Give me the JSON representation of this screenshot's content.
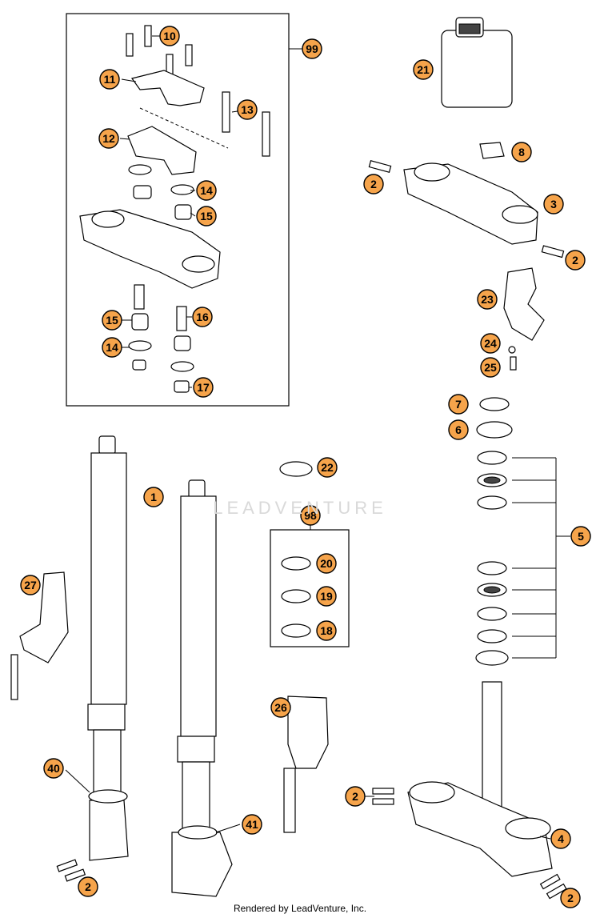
{
  "callouts": [
    {
      "id": "c1",
      "label": "1"
    },
    {
      "id": "c2a",
      "label": "2"
    },
    {
      "id": "c2b",
      "label": "2"
    },
    {
      "id": "c2c",
      "label": "2"
    },
    {
      "id": "c2d",
      "label": "2"
    },
    {
      "id": "c2e",
      "label": "2"
    },
    {
      "id": "c3",
      "label": "3"
    },
    {
      "id": "c4",
      "label": "4"
    },
    {
      "id": "c5",
      "label": "5"
    },
    {
      "id": "c6",
      "label": "6"
    },
    {
      "id": "c7",
      "label": "7"
    },
    {
      "id": "c8",
      "label": "8"
    },
    {
      "id": "c10",
      "label": "10"
    },
    {
      "id": "c11",
      "label": "11"
    },
    {
      "id": "c12",
      "label": "12"
    },
    {
      "id": "c13",
      "label": "13"
    },
    {
      "id": "c14a",
      "label": "14"
    },
    {
      "id": "c14b",
      "label": "14"
    },
    {
      "id": "c15a",
      "label": "15"
    },
    {
      "id": "c15b",
      "label": "15"
    },
    {
      "id": "c16",
      "label": "16"
    },
    {
      "id": "c17",
      "label": "17"
    },
    {
      "id": "c18",
      "label": "18"
    },
    {
      "id": "c19",
      "label": "19"
    },
    {
      "id": "c20",
      "label": "20"
    },
    {
      "id": "c21",
      "label": "21"
    },
    {
      "id": "c22",
      "label": "22"
    },
    {
      "id": "c23",
      "label": "23"
    },
    {
      "id": "c24",
      "label": "24"
    },
    {
      "id": "c25",
      "label": "25"
    },
    {
      "id": "c26",
      "label": "26"
    },
    {
      "id": "c27",
      "label": "27"
    },
    {
      "id": "c40",
      "label": "40"
    },
    {
      "id": "c41",
      "label": "41"
    },
    {
      "id": "c98",
      "label": "98"
    },
    {
      "id": "c99",
      "label": "99"
    }
  ],
  "watermark": "LEADVENTURE",
  "credit": "Rendered by LeadVenture, Inc.",
  "colors": {
    "callout_fill": "#f6a44b",
    "line": "#000000",
    "background": "#ffffff"
  }
}
